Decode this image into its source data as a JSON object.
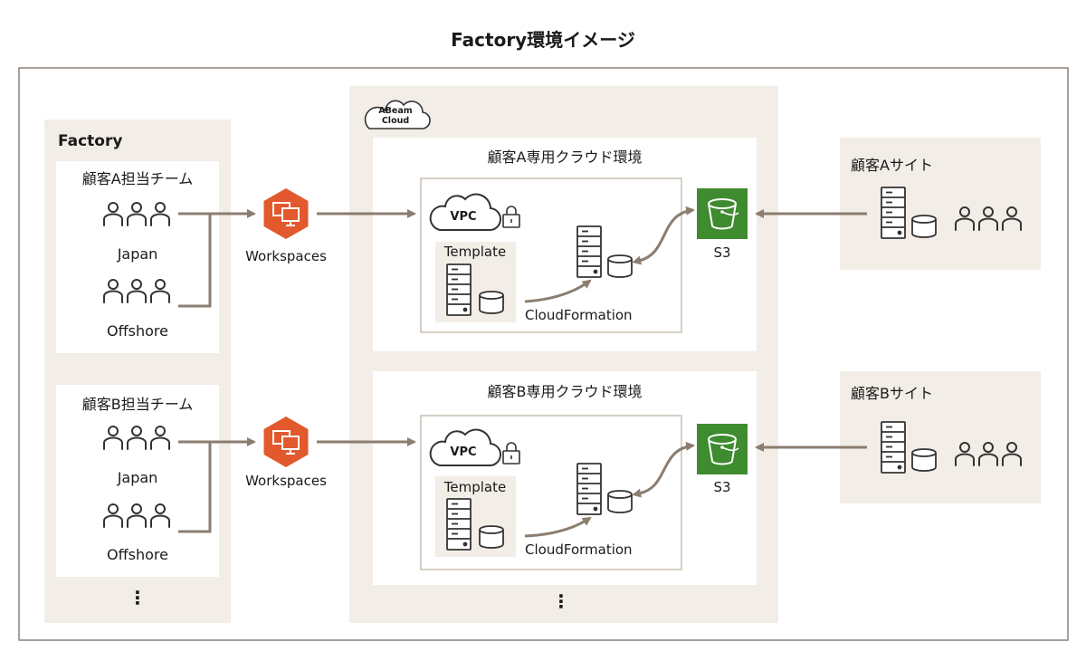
{
  "title": "Factory環境イメージ",
  "factory": {
    "label": "Factory",
    "teams": [
      {
        "label": "顧客A担当チーム",
        "groups": [
          "Japan",
          "Offshore"
        ]
      },
      {
        "label": "顧客B担当チーム",
        "groups": [
          "Japan",
          "Offshore"
        ]
      }
    ],
    "more": "⋮"
  },
  "workspaces": {
    "label": "Workspaces",
    "icon": "workspaces-icon",
    "color": "#e2592d"
  },
  "abeam_cloud": {
    "label_line1": "ABeam",
    "label_line2": "Cloud",
    "environments": [
      {
        "label": "顧客A専用クラウド環境",
        "vpc": "VPC",
        "template": "Template",
        "cloudformation": "CloudFormation",
        "s3": "S3"
      },
      {
        "label": "顧客B専用クラウド環境",
        "vpc": "VPC",
        "template": "Template",
        "cloudformation": "CloudFormation",
        "s3": "S3"
      }
    ],
    "more": "⋮"
  },
  "customer_sites": [
    {
      "label": "顧客Aサイト"
    },
    {
      "label": "顧客Bサイト"
    }
  ],
  "colors": {
    "panel_bg": "#f2ede6",
    "frame": "#8b8178",
    "arrow": "#8b7d6f",
    "s3_green": "#3f8b2f",
    "icon_stroke": "#333333"
  }
}
